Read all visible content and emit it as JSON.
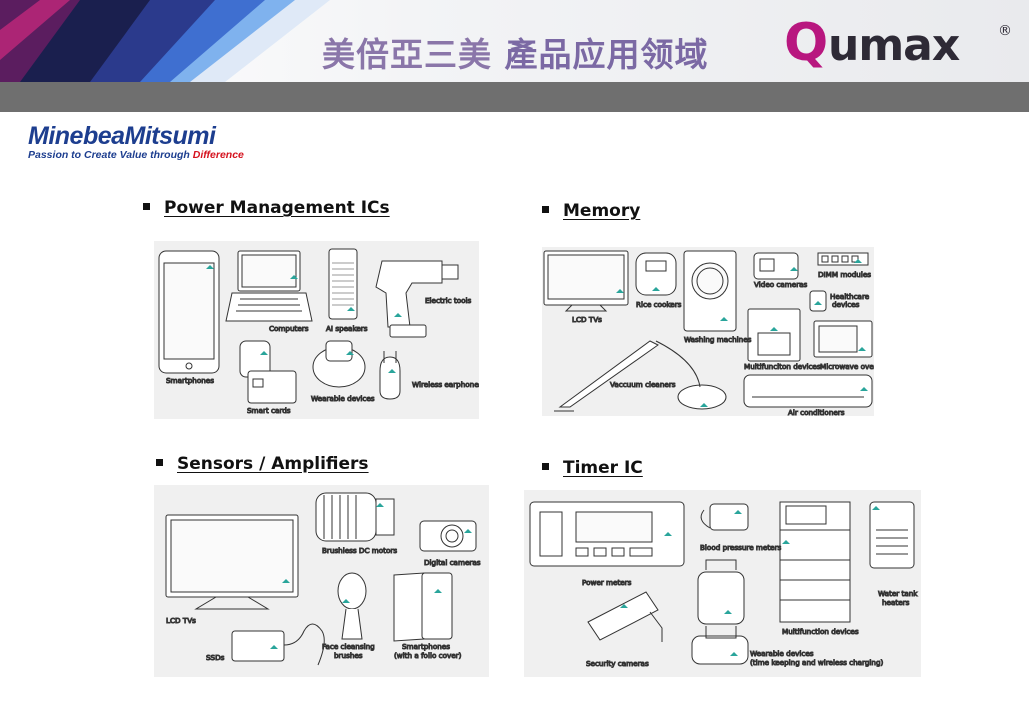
{
  "header": {
    "title_part1": "美倍亞三美",
    "title_part2": "產品应用领域",
    "brand_logo_text": "Qumax",
    "registered_mark": "®"
  },
  "company": {
    "name": "MinebeaMitsumi",
    "tagline_prefix": "Passion to Create Value through ",
    "tagline_highlight": "Difference"
  },
  "sections": {
    "power": {
      "title": "Power Management ICs",
      "labels": {
        "smartphones": "Smartphones",
        "computers": "Computers",
        "ai_speakers": "AI speakers",
        "electric_tools": "Electric tools",
        "smart_cards": "Smart cards",
        "wearable": "Wearable devices",
        "earphones": "Wireless earphones"
      }
    },
    "memory": {
      "title": "Memory",
      "labels": {
        "lcd_tvs": "LCD TVs",
        "rice_cookers": "Rice cookers",
        "washing": "Washing machines",
        "video_cameras": "Video cameras",
        "dimm": "DIMM modules",
        "healthcare_1": "Healthcare",
        "healthcare_2": "devices",
        "multifunction": "Multifunciton devices",
        "microwave": "Microwave ovens",
        "vacuum": "Vaccuum cleaners",
        "air_conditioners": "Air conditioners"
      }
    },
    "sensors": {
      "title": "Sensors / Amplifiers",
      "labels": {
        "motors": "Brushless DC motors",
        "digital_cameras": "Digital cameras",
        "lcd_tvs": "LCD TVs",
        "brushes_1": "Face cleansing",
        "brushes_2": "brushes",
        "smartphones_1": "Smartphones",
        "smartphones_2": "(with a folio cover)",
        "ssds": "SSDs"
      }
    },
    "timer": {
      "title": "Timer IC",
      "labels": {
        "bp_meters": "Blood pressure meters",
        "power_meters": "Power meters",
        "water_1": "Water tank",
        "water_2": "heaters",
        "multifunction": "Multifunction devices",
        "security": "Security cameras",
        "wearable_1": "Wearable devices",
        "wearable_2": "(time keeping and wireless charging)"
      }
    }
  },
  "colors": {
    "title_purple": "#8a76a9",
    "qumax_magenta": "#b8177f",
    "brand_blue": "#1d3e8f",
    "brand_red": "#d5121e",
    "accent_teal": "#2aa59b"
  }
}
